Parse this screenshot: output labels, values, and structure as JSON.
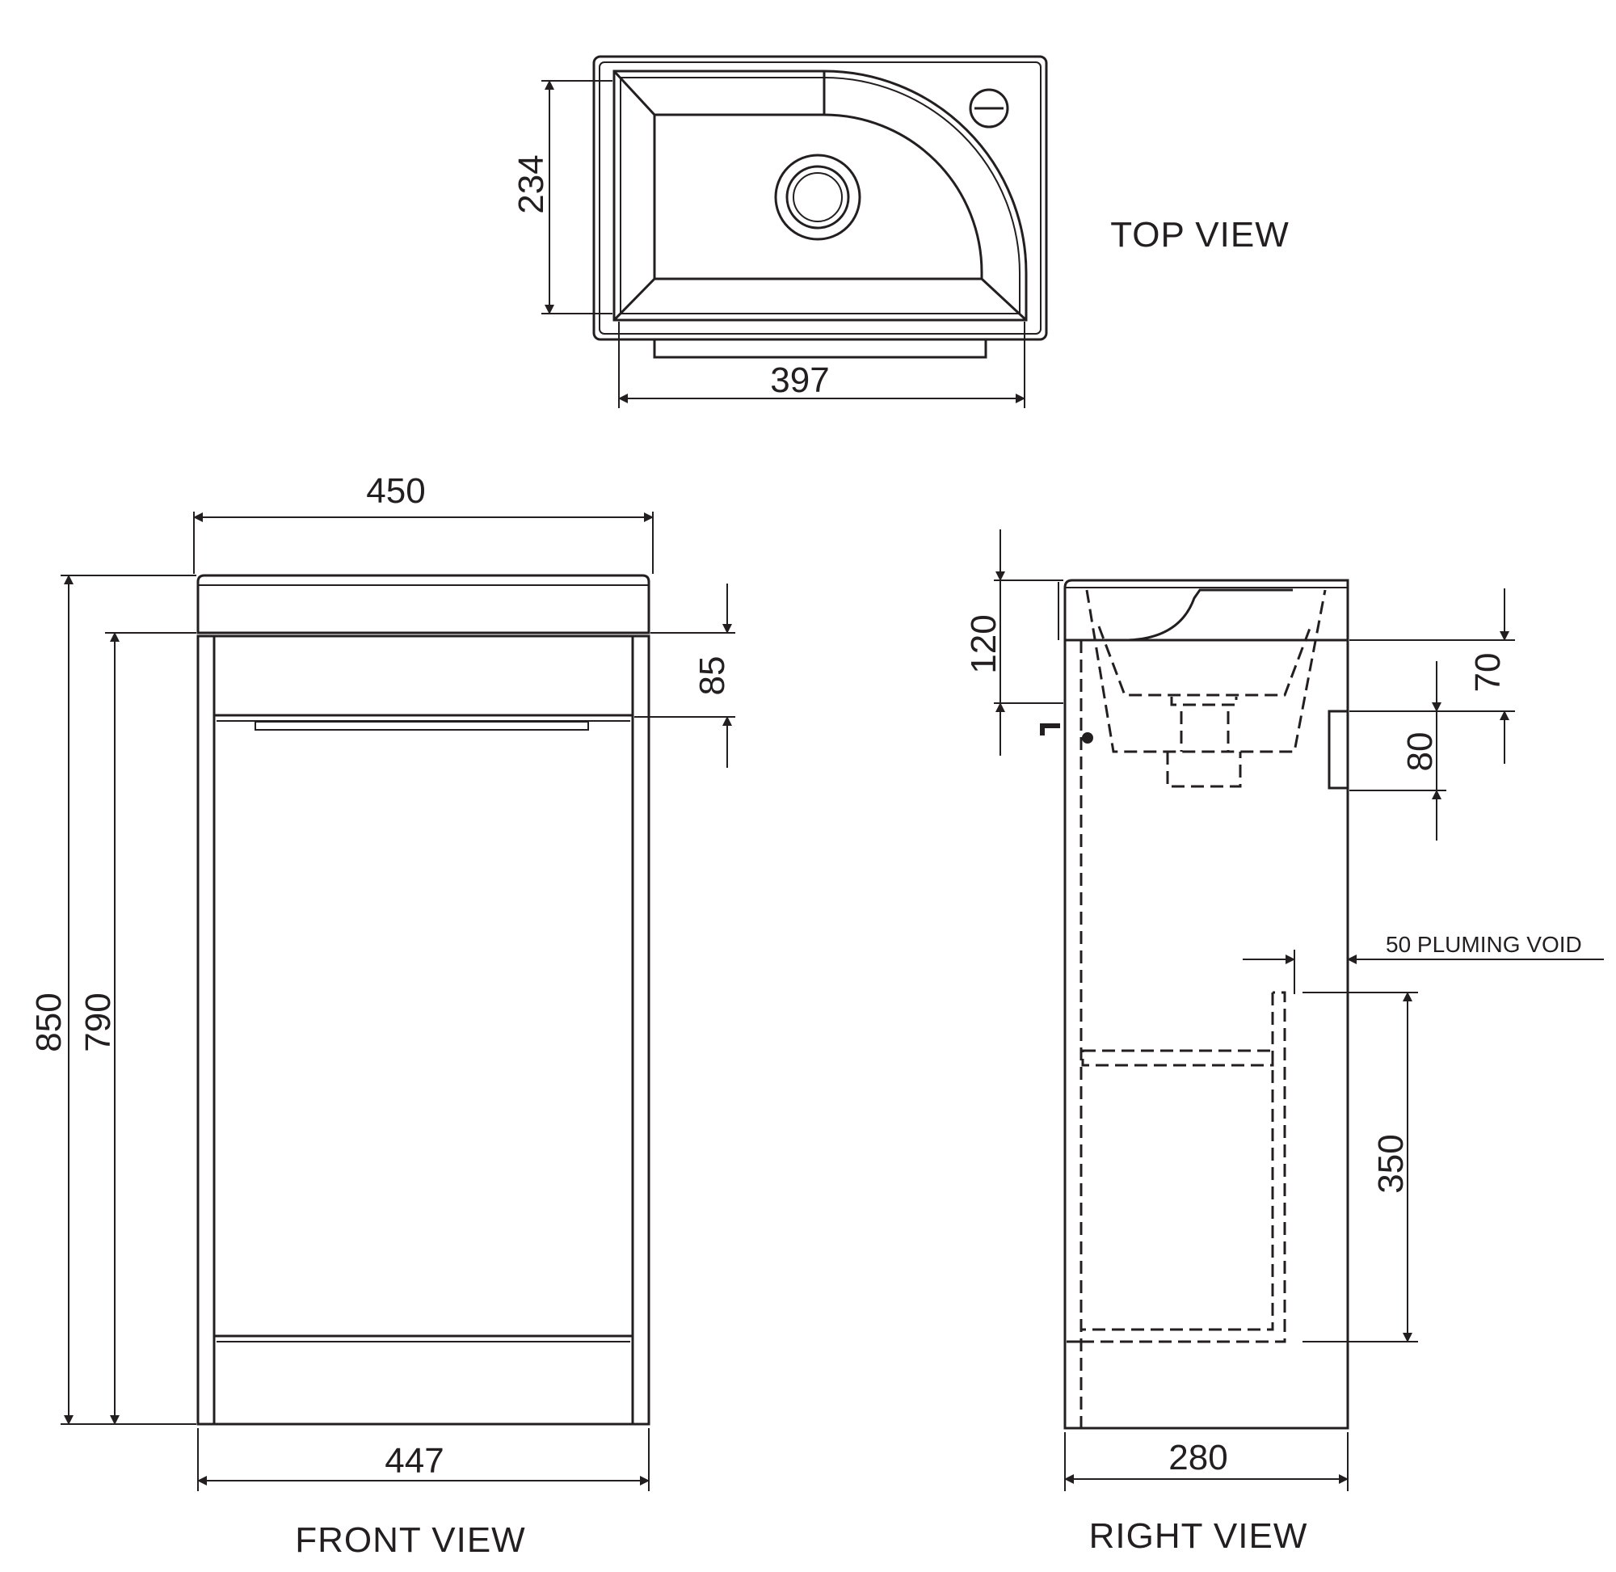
{
  "views": {
    "top": {
      "label": "TOP VIEW",
      "dim_depth": "234",
      "dim_width": "397"
    },
    "front": {
      "label": "FRONT VIEW",
      "dim_top_width": "450",
      "dim_bottom_width": "447",
      "dim_total_height": "850",
      "dim_carcass_height": "790",
      "dim_top_rail": "85"
    },
    "right": {
      "label": "RIGHT VIEW",
      "dim_basin_height": "120",
      "dim_bowl_depth": "70",
      "dim_waste": "80",
      "dim_void": "50 PLUMING VOID",
      "dim_void_height": "350",
      "dim_depth": "280"
    }
  },
  "colors": {
    "line": "#231f20",
    "background": "#ffffff"
  }
}
